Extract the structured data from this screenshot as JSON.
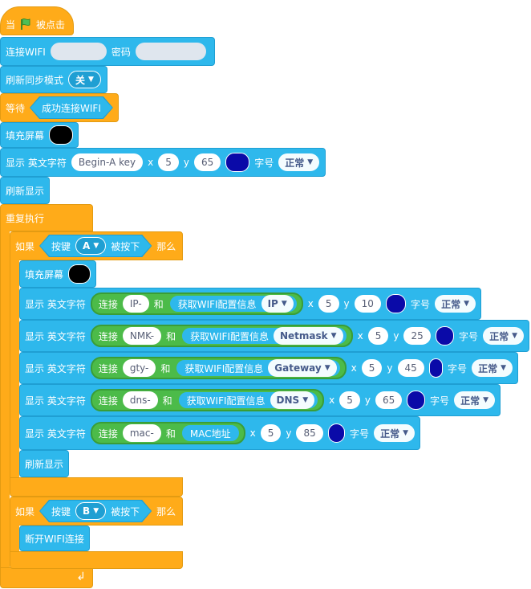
{
  "hat": {
    "label_when": "当",
    "label_clicked": "被点击",
    "flag_icon": "green-flag-icon"
  },
  "connect_wifi": {
    "label": "连接WIFI",
    "ssid_value": "",
    "password_label": "密码",
    "password_value": ""
  },
  "refresh_sync": {
    "label": "刷新同步模式",
    "value": "关"
  },
  "wait": {
    "label": "等待",
    "condition": "成功连接WIFI"
  },
  "fill1": {
    "label": "填充屏幕",
    "color": "#000000"
  },
  "show1": {
    "label": "显示 英文字符",
    "text": "Begin-A key",
    "x_label": "x",
    "x": "5",
    "y_label": "y",
    "y": "65",
    "color": "#0a0aa8",
    "size_label": "字号",
    "size": "正常"
  },
  "refresh1": {
    "label": "刷新显示"
  },
  "forever": {
    "label": "重复执行",
    "loop_icon": "loop-arrow-icon"
  },
  "if_a": {
    "label_if": "如果",
    "key_label": "按键",
    "key": "A",
    "pressed": "被按下",
    "then": "那么"
  },
  "fill2": {
    "label": "填充屏幕",
    "color": "#000000"
  },
  "rows": [
    {
      "label": "显示 英文字符",
      "join": "连接",
      "prefix": "IP-",
      "and": "和",
      "info_label": "获取WIFI配置信息",
      "info": "IP",
      "x_label": "x",
      "x": "5",
      "y_label": "y",
      "y": "10",
      "color": "#0a0aa8",
      "size_label": "字号",
      "size": "正常"
    },
    {
      "label": "显示 英文字符",
      "join": "连接",
      "prefix": "NMK-",
      "and": "和",
      "info_label": "获取WIFI配置信息",
      "info": "Netmask",
      "x_label": "x",
      "x": "5",
      "y_label": "y",
      "y": "25",
      "color": "#0a0aa8",
      "size_label": "字号",
      "size": "正常"
    },
    {
      "label": "显示 英文字符",
      "join": "连接",
      "prefix": "gty-",
      "and": "和",
      "info_label": "获取WIFI配置信息",
      "info": "Gateway",
      "x_label": "x",
      "x": "5",
      "y_label": "y",
      "y": "45",
      "color": "#0a0aa8",
      "size_label": "字号",
      "size": "正常"
    },
    {
      "label": "显示 英文字符",
      "join": "连接",
      "prefix": "dns-",
      "and": "和",
      "info_label": "获取WIFI配置信息",
      "info": "DNS",
      "x_label": "x",
      "x": "5",
      "y_label": "y",
      "y": "65",
      "color": "#0a0aa8",
      "size_label": "字号",
      "size": "正常"
    },
    {
      "label": "显示 英文字符",
      "join": "连接",
      "prefix": "mac-",
      "and": "和",
      "info_label": "MAC地址",
      "x_label": "x",
      "x": "5",
      "y_label": "y",
      "y": "85",
      "color": "#0a0aa8",
      "size_label": "字号",
      "size": "正常"
    }
  ],
  "refresh2": {
    "label": "刷新显示"
  },
  "if_b": {
    "label_if": "如果",
    "key_label": "按键",
    "key": "B",
    "pressed": "被按下",
    "then": "那么"
  },
  "disconnect": {
    "label": "断开WIFI连接"
  }
}
